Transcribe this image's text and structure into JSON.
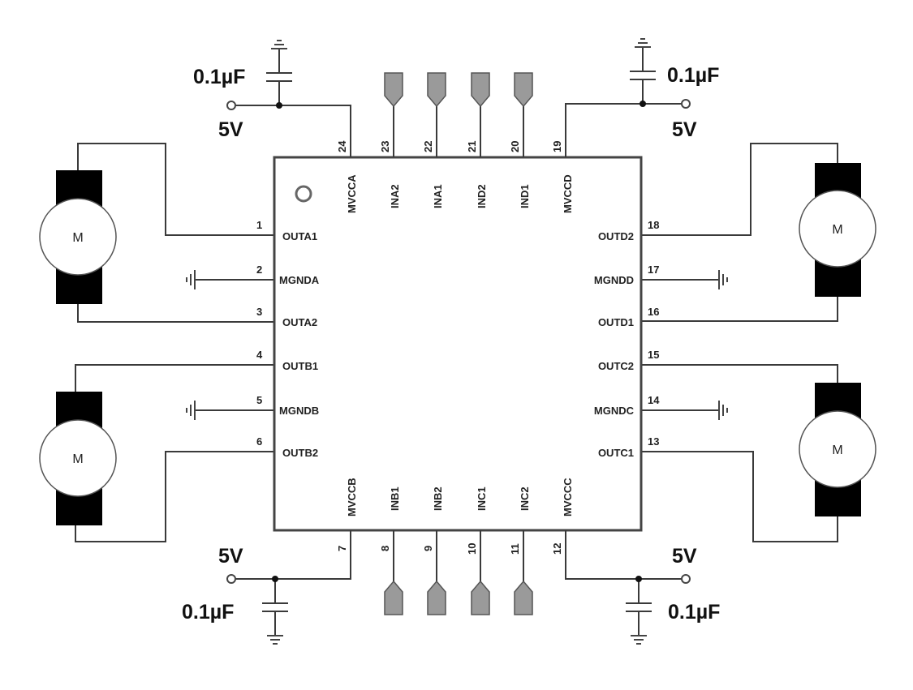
{
  "pins": {
    "p1": {
      "num": "1",
      "name": "OUTA1"
    },
    "p2": {
      "num": "2",
      "name": "MGNDA"
    },
    "p3": {
      "num": "3",
      "name": "OUTA2"
    },
    "p4": {
      "num": "4",
      "name": "OUTB1"
    },
    "p5": {
      "num": "5",
      "name": "MGNDB"
    },
    "p6": {
      "num": "6",
      "name": "OUTB2"
    },
    "p7": {
      "num": "7",
      "name": "MVCCB"
    },
    "p8": {
      "num": "8",
      "name": "INB1"
    },
    "p9": {
      "num": "9",
      "name": "INB2"
    },
    "p10": {
      "num": "10",
      "name": "INC1"
    },
    "p11": {
      "num": "11",
      "name": "INC2"
    },
    "p12": {
      "num": "12",
      "name": "MVCCC"
    },
    "p13": {
      "num": "13",
      "name": "OUTC1"
    },
    "p14": {
      "num": "14",
      "name": "MGNDC"
    },
    "p15": {
      "num": "15",
      "name": "OUTC2"
    },
    "p16": {
      "num": "16",
      "name": "OUTD1"
    },
    "p17": {
      "num": "17",
      "name": "MGNDD"
    },
    "p18": {
      "num": "18",
      "name": "OUTD2"
    },
    "p19": {
      "num": "19",
      "name": "MVCCD"
    },
    "p20": {
      "num": "20",
      "name": "IND1"
    },
    "p21": {
      "num": "21",
      "name": "IND2"
    },
    "p22": {
      "num": "22",
      "name": "INA1"
    },
    "p23": {
      "num": "23",
      "name": "INA2"
    },
    "p24": {
      "num": "24",
      "name": "MVCCA"
    }
  },
  "supply": {
    "voltage": "5V",
    "capacitance": "0.1µF"
  },
  "motor": {
    "label": "M"
  }
}
